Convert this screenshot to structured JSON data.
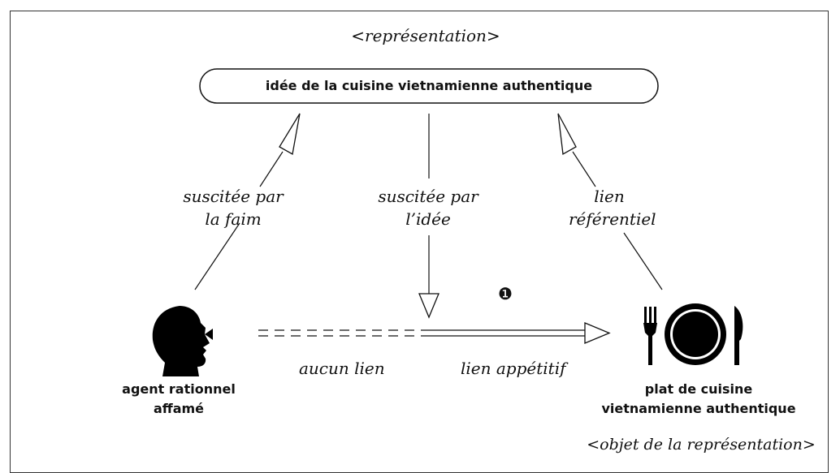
{
  "diagram": {
    "representation_label": "<représentation>",
    "idea_box_label": "idée de la cuisine vietnamienne authentique",
    "left_link": [
      "suscitée par",
      "la faim"
    ],
    "middle_link": [
      "suscitée par",
      "l’idée"
    ],
    "right_link": [
      "lien",
      "référentiel"
    ],
    "marker": "❶",
    "no_link_label": "aucun lien",
    "appetitive_link_label": "lien appétitif",
    "agent_label": [
      "agent rationnel",
      "affamé"
    ],
    "dish_label": [
      "plat de cuisine",
      "vietnamienne authentique"
    ],
    "object_label": "<objet de la représentation>",
    "icons": {
      "agent": "head-profile-icon",
      "dish": "fork-plate-knife-icon"
    },
    "colors": {
      "ink": "#000000",
      "background": "#ffffff"
    }
  }
}
